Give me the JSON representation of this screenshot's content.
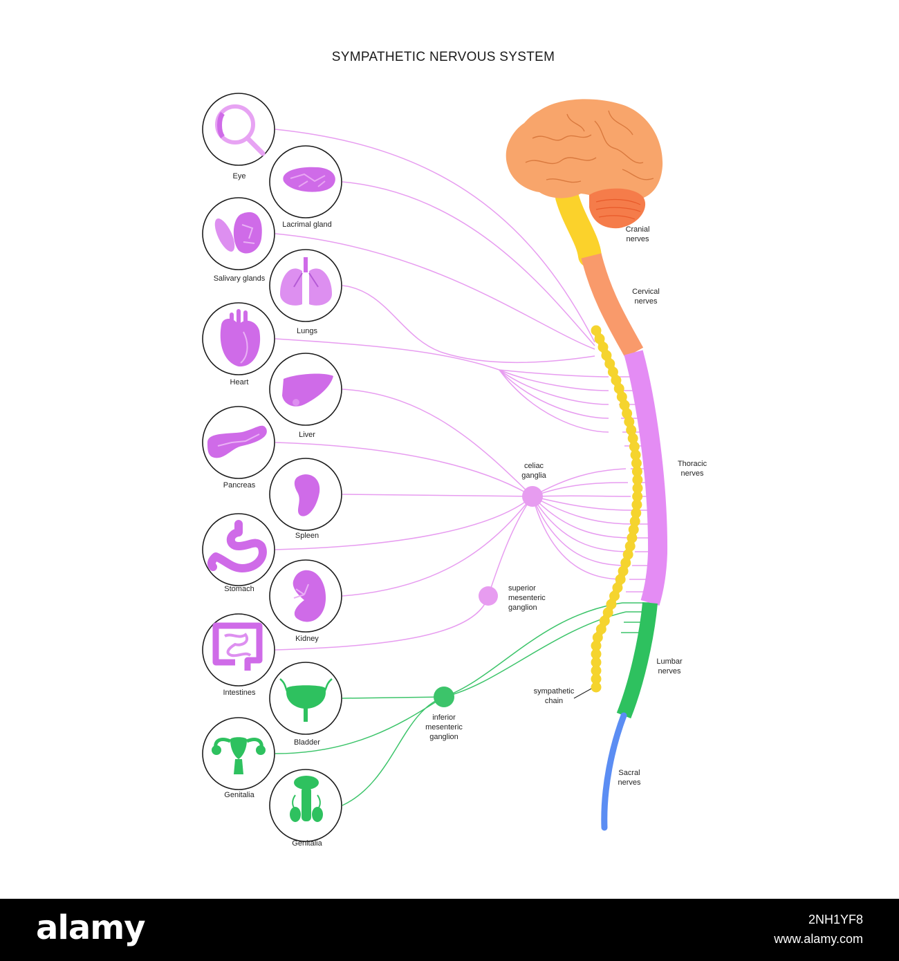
{
  "title": "SYMPATHETIC NERVOUS SYSTEM",
  "colors": {
    "sympathetic_line": "#e79cf0",
    "lower_line": "#3cc46a",
    "organ_purple": "#cf6be8",
    "organ_green": "#2ec15f",
    "chain_yellow": "#f5d42e",
    "brain": "#f8a56b",
    "cerebellum": "#f57c4a",
    "brainstem": "#fbd22b",
    "cervical": "#f99a6b",
    "thoracic": "#e48cf4",
    "lumbar": "#2ec15f",
    "sacral": "#5b8df3"
  },
  "organs": [
    {
      "label": "Eye",
      "icon": "eye-icon"
    },
    {
      "label": "Lacrimal gland",
      "icon": "lacrimal-gland-icon"
    },
    {
      "label": "Salivary glands",
      "icon": "salivary-glands-icon"
    },
    {
      "label": "Lungs",
      "icon": "lungs-icon"
    },
    {
      "label": "Heart",
      "icon": "heart-icon"
    },
    {
      "label": "Liver",
      "icon": "liver-icon"
    },
    {
      "label": "Pancreas",
      "icon": "pancreas-icon"
    },
    {
      "label": "Spleen",
      "icon": "spleen-icon"
    },
    {
      "label": "Stomach",
      "icon": "stomach-icon"
    },
    {
      "label": "Kidney",
      "icon": "kidney-icon"
    },
    {
      "label": "Intestines",
      "icon": "intestines-icon"
    },
    {
      "label": "Bladder",
      "icon": "bladder-icon"
    },
    {
      "label": "Genitalia",
      "icon": "female-genitalia-icon"
    },
    {
      "label": "Genitalia",
      "icon": "male-genitalia-icon"
    }
  ],
  "ganglia": {
    "celiac": [
      "celiac",
      "ganglia"
    ],
    "superior_mesenteric": [
      "superior",
      "mesenteric",
      "ganglion"
    ],
    "inferior_mesenteric": [
      "inferior",
      "mesenteric",
      "ganglion"
    ],
    "sympathetic_chain": [
      "sympathetic",
      "chain"
    ]
  },
  "spinal_regions": {
    "cranial": [
      "Cranial",
      "nerves"
    ],
    "cervical": [
      "Cervical",
      "nerves"
    ],
    "thoracic": [
      "Thoracic",
      "nerves"
    ],
    "lumbar": [
      "Lumbar",
      "nerves"
    ],
    "sacral": [
      "Sacral",
      "nerves"
    ]
  },
  "footer": {
    "brand": "alamy",
    "image_id": "2NH1YF8",
    "site": "www.alamy.com"
  }
}
